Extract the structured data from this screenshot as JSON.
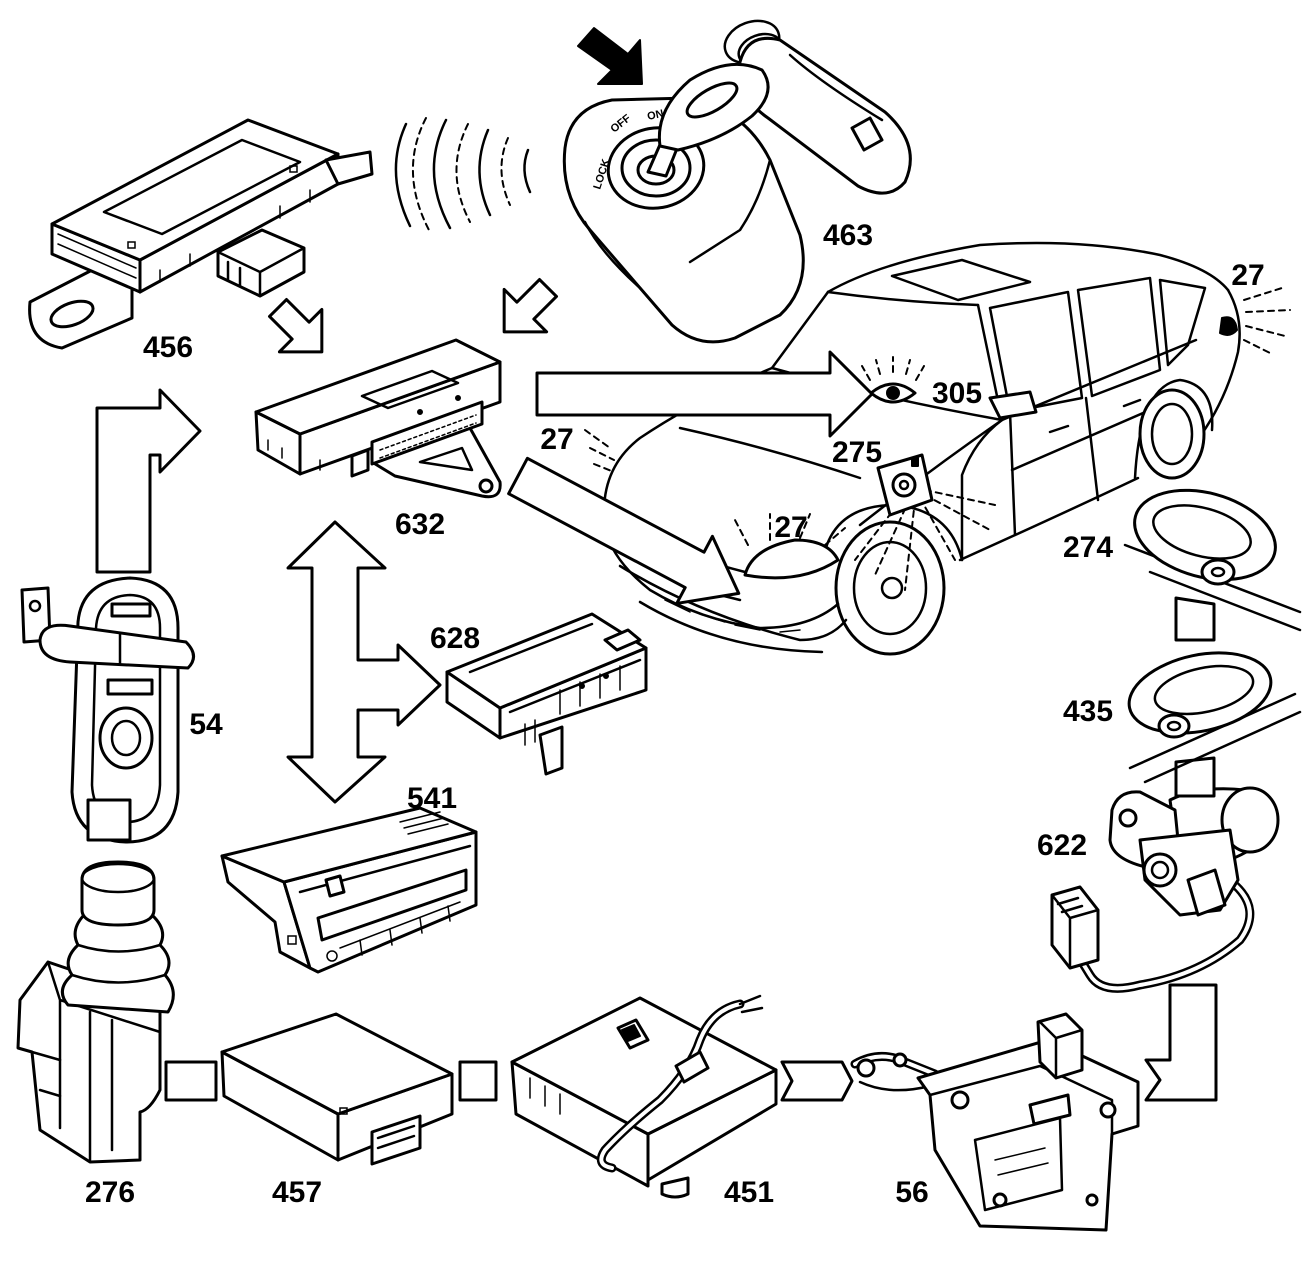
{
  "diagram": {
    "callouts": {
      "module_456": "456",
      "ignition_463": "463",
      "lamp_rear": "27",
      "indicator_305": "305",
      "switch_275": "275",
      "lamp_hood": "27",
      "lamp_front": "27",
      "module_632": "632",
      "handle_274": "274",
      "module_628": "628",
      "handle_435": "435",
      "switch_54": "54",
      "display_541": "541",
      "actuator_622": "622",
      "selector_276": "276",
      "module_457": "457",
      "module_451": "451",
      "lock_56": "56"
    },
    "ignition_markings": {
      "lock": "LOCK",
      "off": "OFF",
      "on": "ON"
    }
  },
  "icons": {
    "indicator": "eye-icon",
    "pointer": "solid-arrow-icon",
    "signal": "radio-waves-icon"
  },
  "colors": {
    "line": "#000000",
    "background": "#ffffff"
  }
}
